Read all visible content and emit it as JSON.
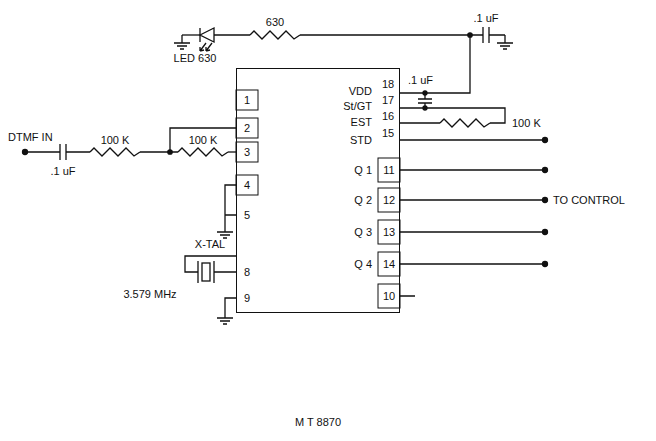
{
  "diagram": {
    "nodes": [
      {
        "text": [
          "M T 8870"
        ]
      }
    ],
    "labels": [
      "LED 630",
      "630",
      ".1 uF",
      "VDD",
      "18",
      "St/GT",
      "17",
      ".1 uF",
      "EST",
      "16",
      "100 K",
      "STD",
      "15",
      "Q 1",
      "11",
      "Q 2",
      "12",
      "TO CONTROL",
      "Q 3",
      "13",
      "Q 4",
      "14",
      "10",
      "1",
      "2",
      "DTMF IN",
      "100 K",
      "100 K",
      "3",
      "4",
      "5",
      "X-TAL",
      "8",
      "3.579 MHz",
      "9",
      ".1 uF"
    ]
  }
}
